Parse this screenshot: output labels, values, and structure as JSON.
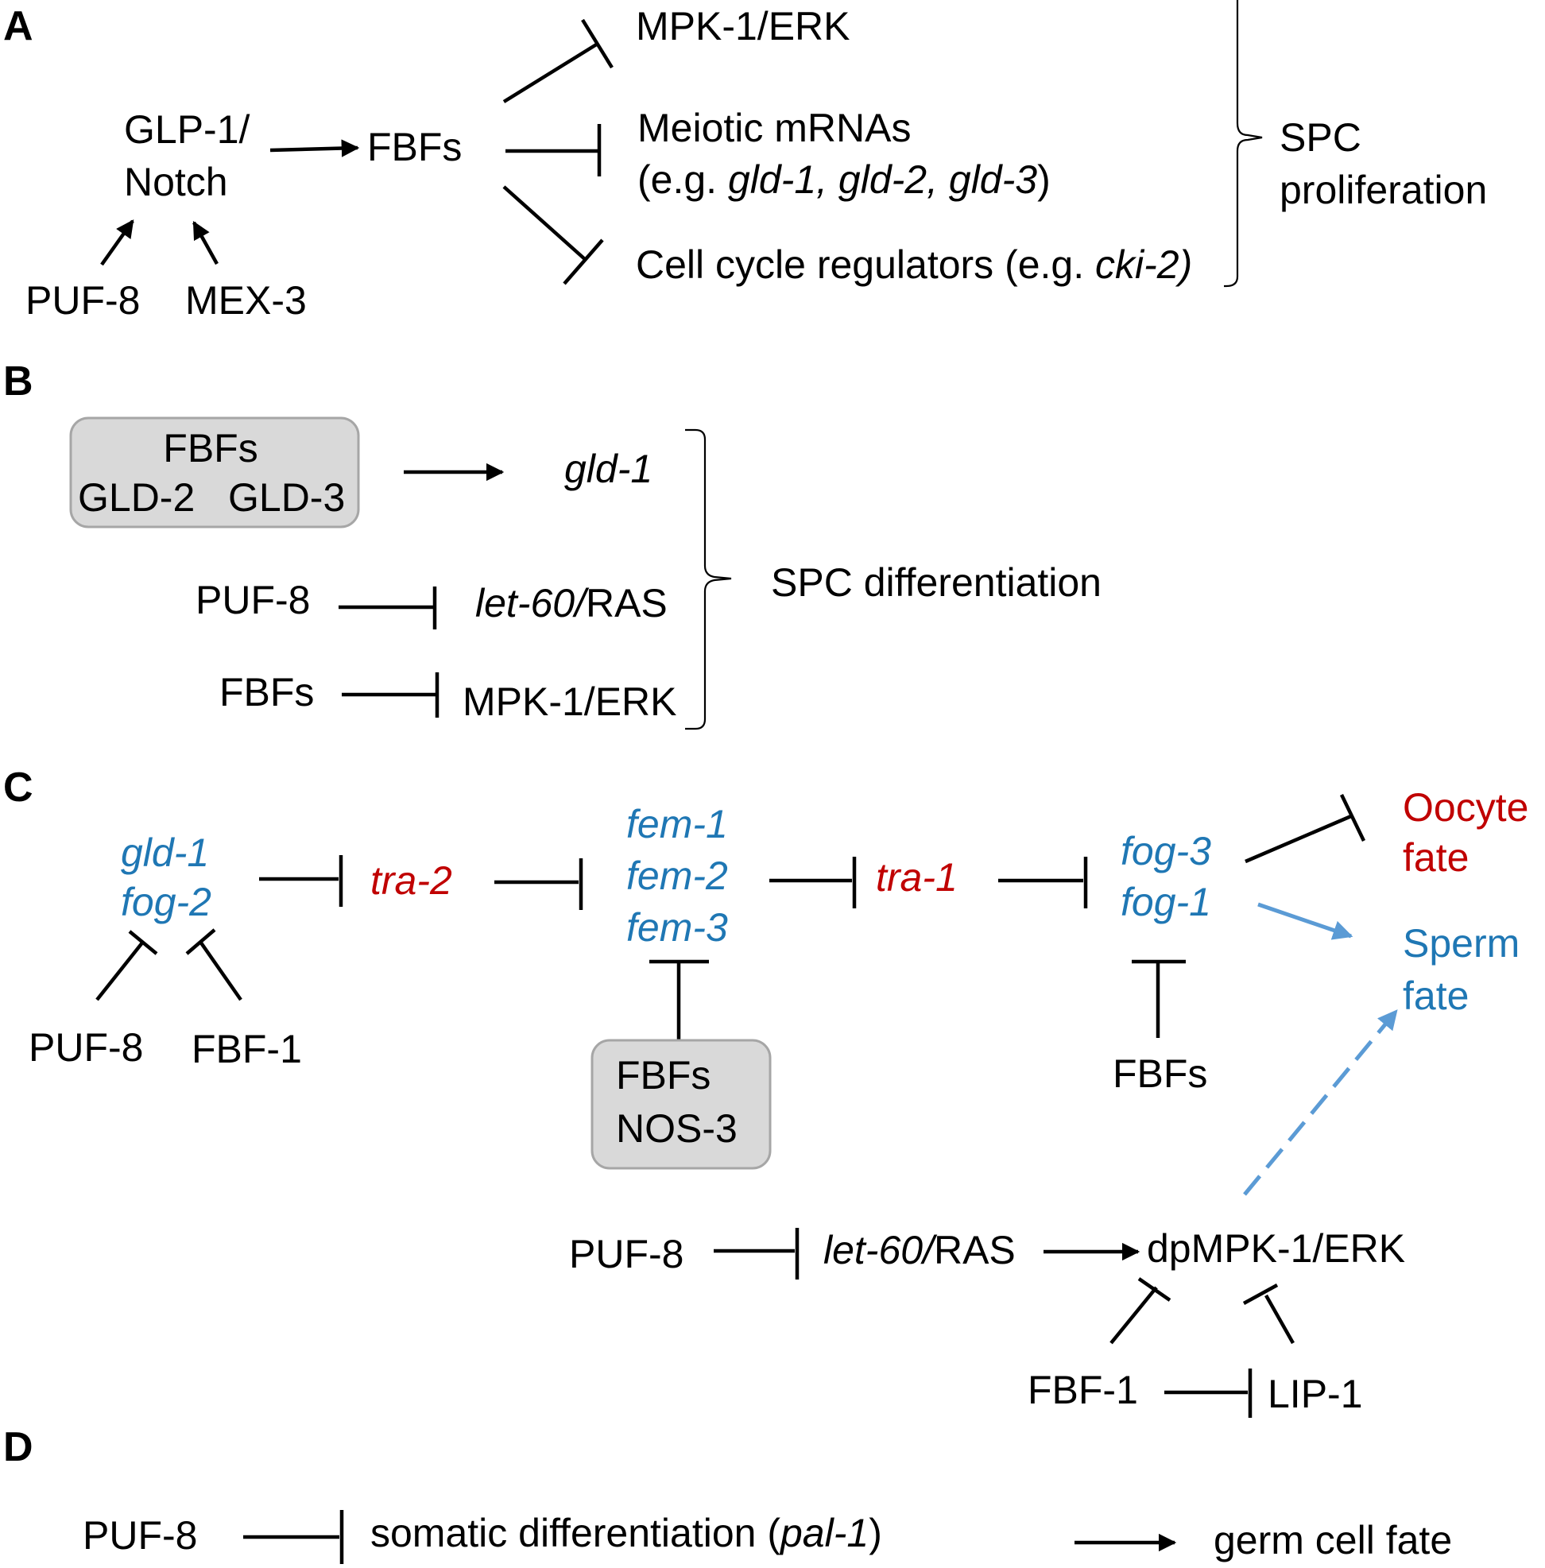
{
  "panels": {
    "a": "A",
    "b": "B",
    "c": "C",
    "d": "D"
  },
  "a": {
    "glp_1": "GLP-1/",
    "notch": "Notch",
    "fbfs": "FBFs",
    "mpk1_erk": "MPK-1/ERK",
    "meiotic_mrnas": "Meiotic mRNAs",
    "meiotic_open": "(e.g. ",
    "meiotic_genes": "gld-1, gld-2, gld-3",
    "meiotic_close": ")",
    "cell_cycle": "Cell cycle regulators (e.g. ",
    "cki2": "cki-2)",
    "puf8": "PUF-8",
    "mex3": "MEX-3",
    "spc": "SPC",
    "proliferation": "proliferation"
  },
  "b": {
    "box_fbfs": "FBFs",
    "box_gld2": "GLD-2",
    "box_gld3": "GLD-3",
    "gld1": "gld-1",
    "puf8": "PUF-8",
    "let60": "let-60/",
    "ras": "RAS",
    "fbfs": "FBFs",
    "mpk1_erk": "MPK-1/ERK",
    "spc_differentiation": "SPC differentiation"
  },
  "c": {
    "gld1": "gld-1",
    "fog2": "fog-2",
    "puf8_left": "PUF-8",
    "fbf1_left": "FBF-1",
    "tra2": "tra-2",
    "fem1": "fem-1",
    "fem2": "fem-2",
    "fem3": "fem-3",
    "box_fbfs": "FBFs",
    "box_nos3": "NOS-3",
    "tra1": "tra-1",
    "fog3": "fog-3",
    "fog1": "fog-1",
    "fbfs_right": "FBFs",
    "oocyte": "Oocyte",
    "oocyte_fate": "fate",
    "sperm": "Sperm",
    "sperm_fate": "fate",
    "puf8_bottom": "PUF-8",
    "let60": "let-60/",
    "ras": "RAS",
    "dpmpk1": "dpMPK-1/ERK",
    "fbf1_bottom": "FBF-1",
    "lip1": "LIP-1"
  },
  "d": {
    "puf8": "PUF-8",
    "somatic": "somatic differentiation (",
    "pal1": "pal-1",
    "close": ")",
    "germ_fate": "germ cell fate"
  },
  "colors": {
    "red": "#c00000",
    "blue": "#1f77b4",
    "arrow_blue": "#5b9bd5",
    "box_fill": "#d9d9d9"
  }
}
